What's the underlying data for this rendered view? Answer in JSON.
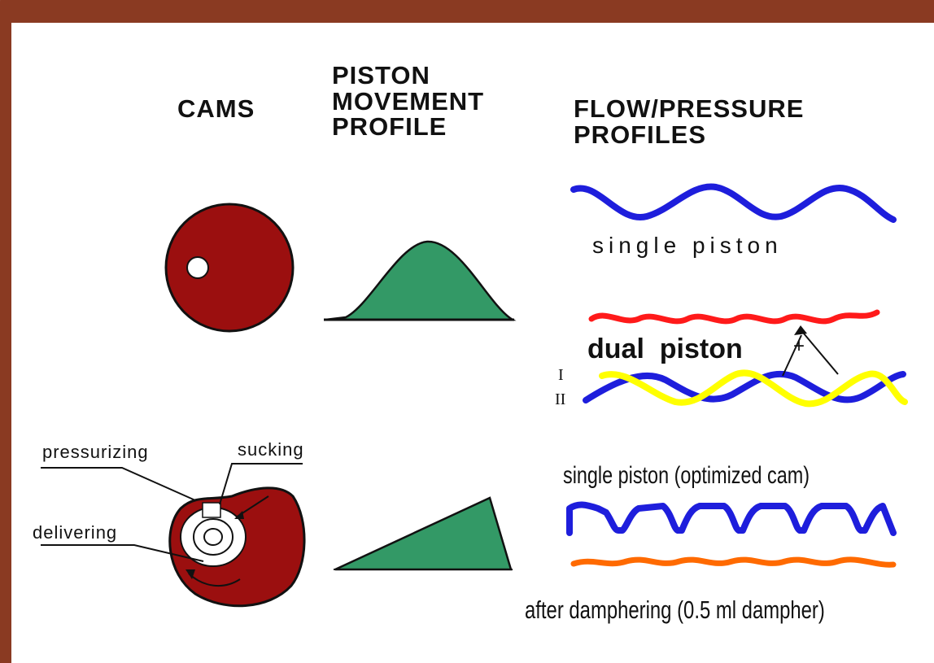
{
  "headers": {
    "cams": "CAMS",
    "piston_movement": "PISTON\nMOVEMENT\nPROFILE",
    "flow_pressure": "FLOW/PRESSURE\nPROFILES"
  },
  "labels": {
    "single_piston": "single piston",
    "dual_piston": "dual  piston",
    "plus": "+",
    "roman_one": "I",
    "roman_two": "II",
    "pressurizing": "pressurizing",
    "sucking": "sucking",
    "delivering": "delivering",
    "optimized_cam": "single piston (optimized cam)",
    "after_damping": "after damphering (0.5 ml dampher)"
  },
  "colors": {
    "background": "#8a3a22",
    "panel": "#ffffff",
    "cam_fill": "#9b0f0f",
    "profile_fill": "#339966",
    "blue_trace": "#1e1edc",
    "red_trace": "#ff1a1a",
    "yellow_trace": "#ffff00",
    "orange_trace": "#ff6a00"
  }
}
